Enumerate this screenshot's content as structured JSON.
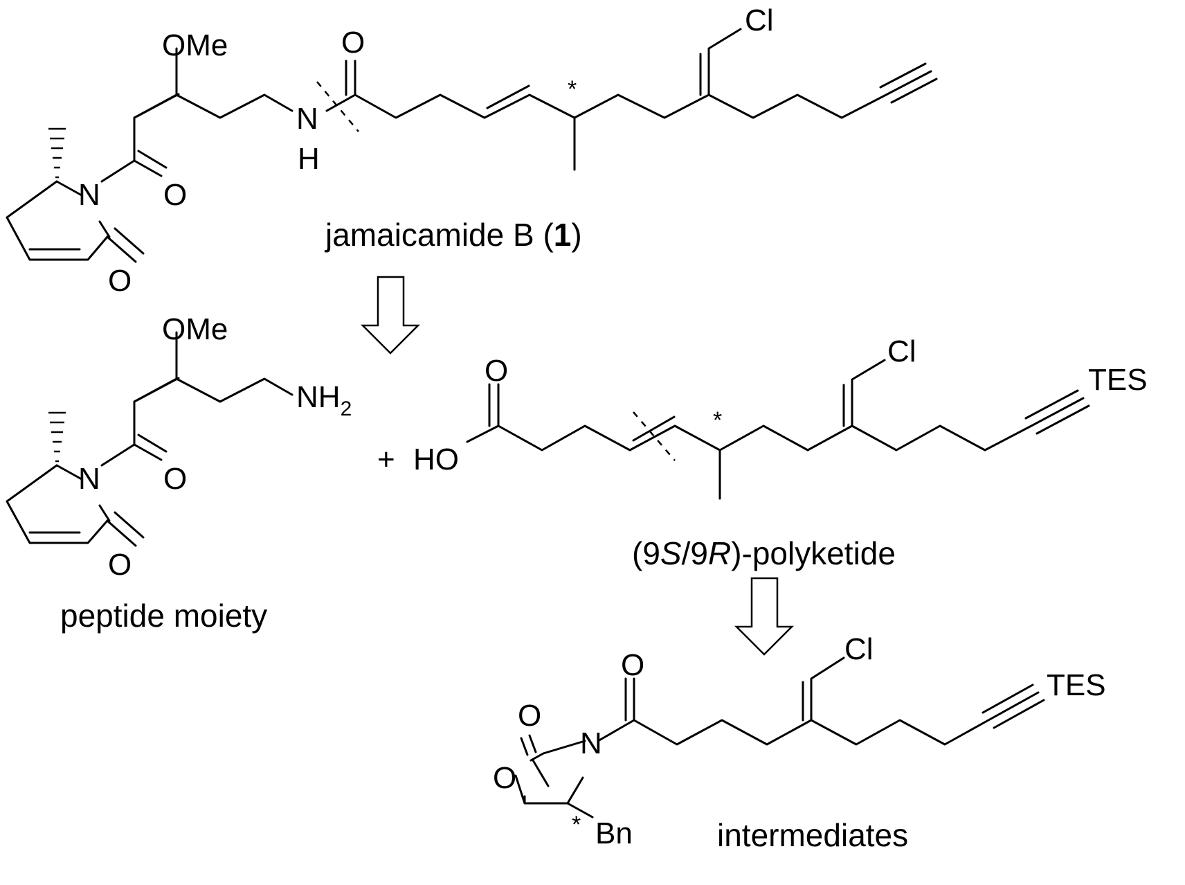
{
  "compounds": {
    "jamaicamide": {
      "name": "jamaicamide B (",
      "number": "1",
      "close": ")"
    },
    "peptide": {
      "name": "peptide moiety"
    },
    "polyketide": {
      "pre": "(9",
      "s": "S",
      "slash": "/9",
      "r": "R",
      "post": ")-polyketide"
    },
    "intermediates": {
      "name": "intermediates"
    }
  },
  "atoms": {
    "ome": "OMe",
    "o": "O",
    "n": "N",
    "h": "H",
    "cl": "Cl",
    "nh": "NH",
    "sub2": "2",
    "ho": "HO",
    "tes": "TES",
    "bn": "Bn",
    "plus": "+",
    "star": "*"
  }
}
